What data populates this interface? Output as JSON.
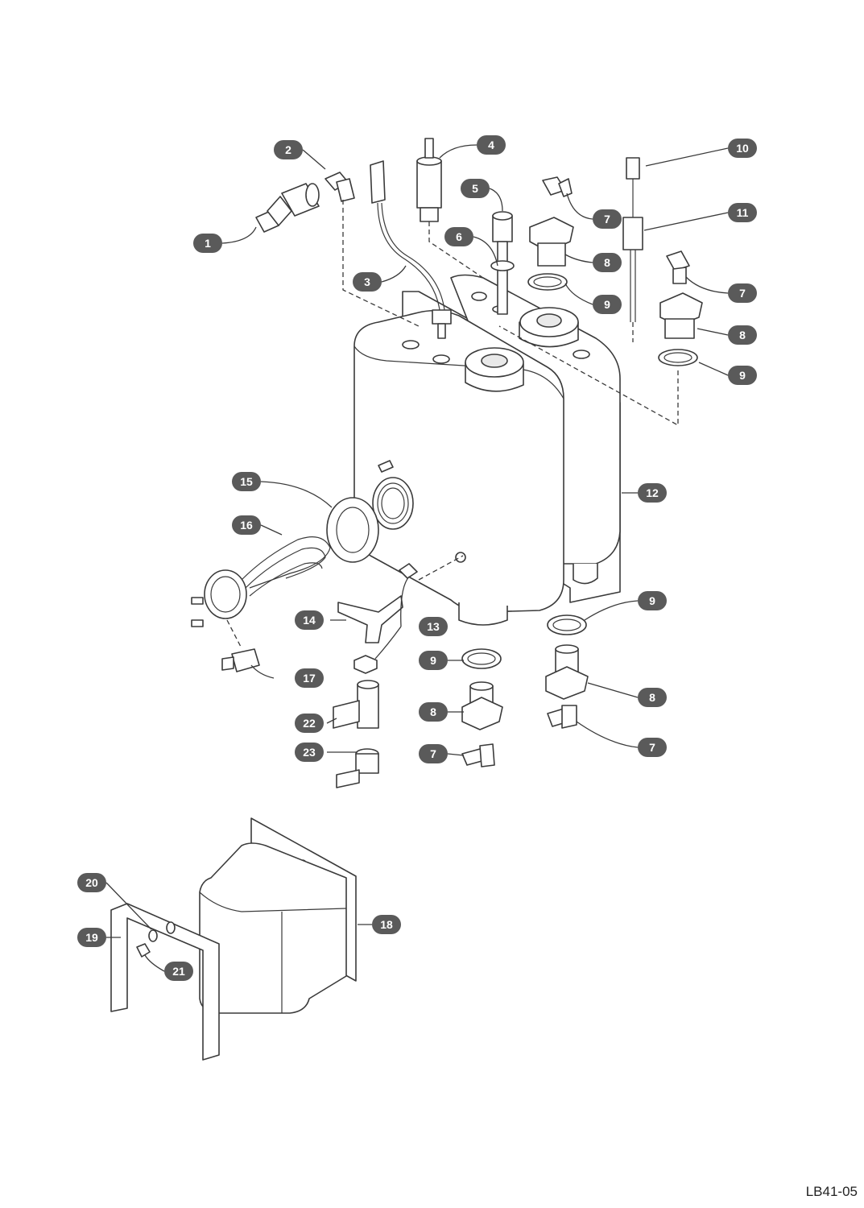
{
  "drawing_code": "LB41-05",
  "callouts": {
    "c1": "1",
    "c2": "2",
    "c3": "3",
    "c4": "4",
    "c5": "5",
    "c6": "6",
    "c7a": "7",
    "c7b": "7",
    "c7c": "7",
    "c7d": "7",
    "c8a": "8",
    "c8b": "8",
    "c8c": "8",
    "c8d": "8",
    "c9a": "9",
    "c9b": "9",
    "c9c": "9",
    "c9d": "9",
    "c10": "10",
    "c11": "11",
    "c12": "12",
    "c13": "13",
    "c14": "14",
    "c15": "15",
    "c16": "16",
    "c17": "17",
    "c18": "18",
    "c19": "19",
    "c20": "20",
    "c21": "21",
    "c22": "22",
    "c23": "23"
  }
}
